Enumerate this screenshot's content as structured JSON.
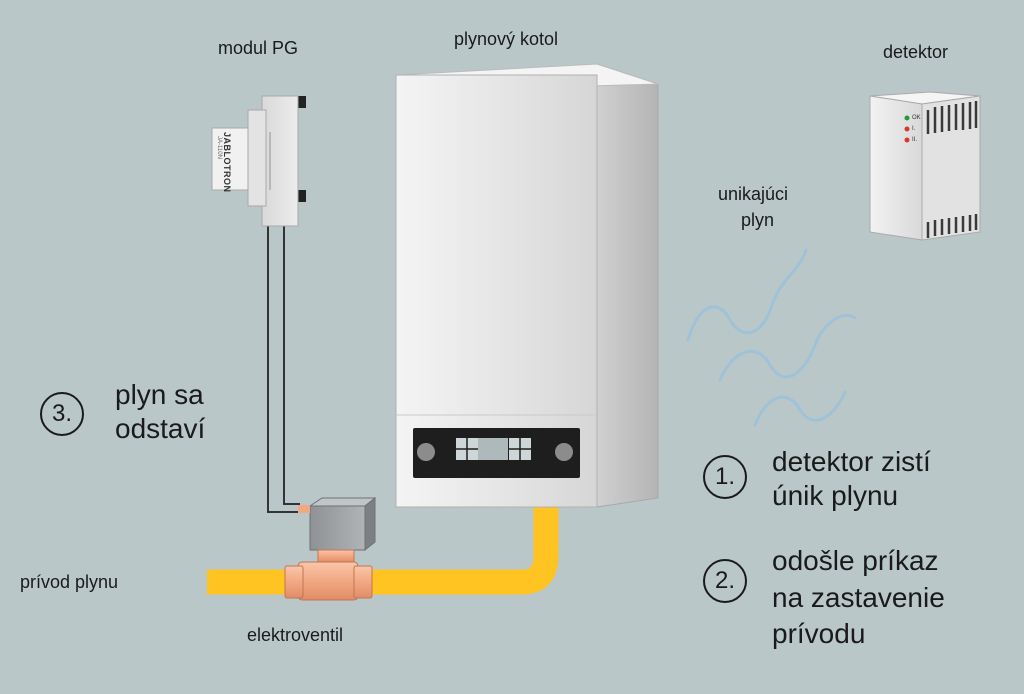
{
  "labels": {
    "module": "modul PG",
    "boiler": "plynový kotol",
    "detector": "detektor",
    "leak": [
      "unikajúci",
      "plyn"
    ],
    "supply": "prívod plynu",
    "valve": "elektroventil"
  },
  "steps": [
    {
      "num": "1.",
      "lines": [
        "detektor zistí",
        "únik plynu"
      ]
    },
    {
      "num": "2.",
      "lines": [
        "odošle príkaz",
        "na zastavenie",
        "prívodu"
      ]
    },
    {
      "num": "3.",
      "lines": [
        "plyn sa",
        "odstaví"
      ]
    }
  ],
  "module_brand": "JABLOTRON",
  "module_model": "JA-110N",
  "detector_leds": [
    "OK",
    "I.",
    "II."
  ],
  "colors": {
    "background": "#bac7c9",
    "pipe": "#ffc322",
    "valve_body": "#f2a882",
    "actuator": "#a0a3a5",
    "gas_wave": "#9fc2d8",
    "led_green": "#1f9b3a",
    "led_red": "#d23a2a"
  }
}
